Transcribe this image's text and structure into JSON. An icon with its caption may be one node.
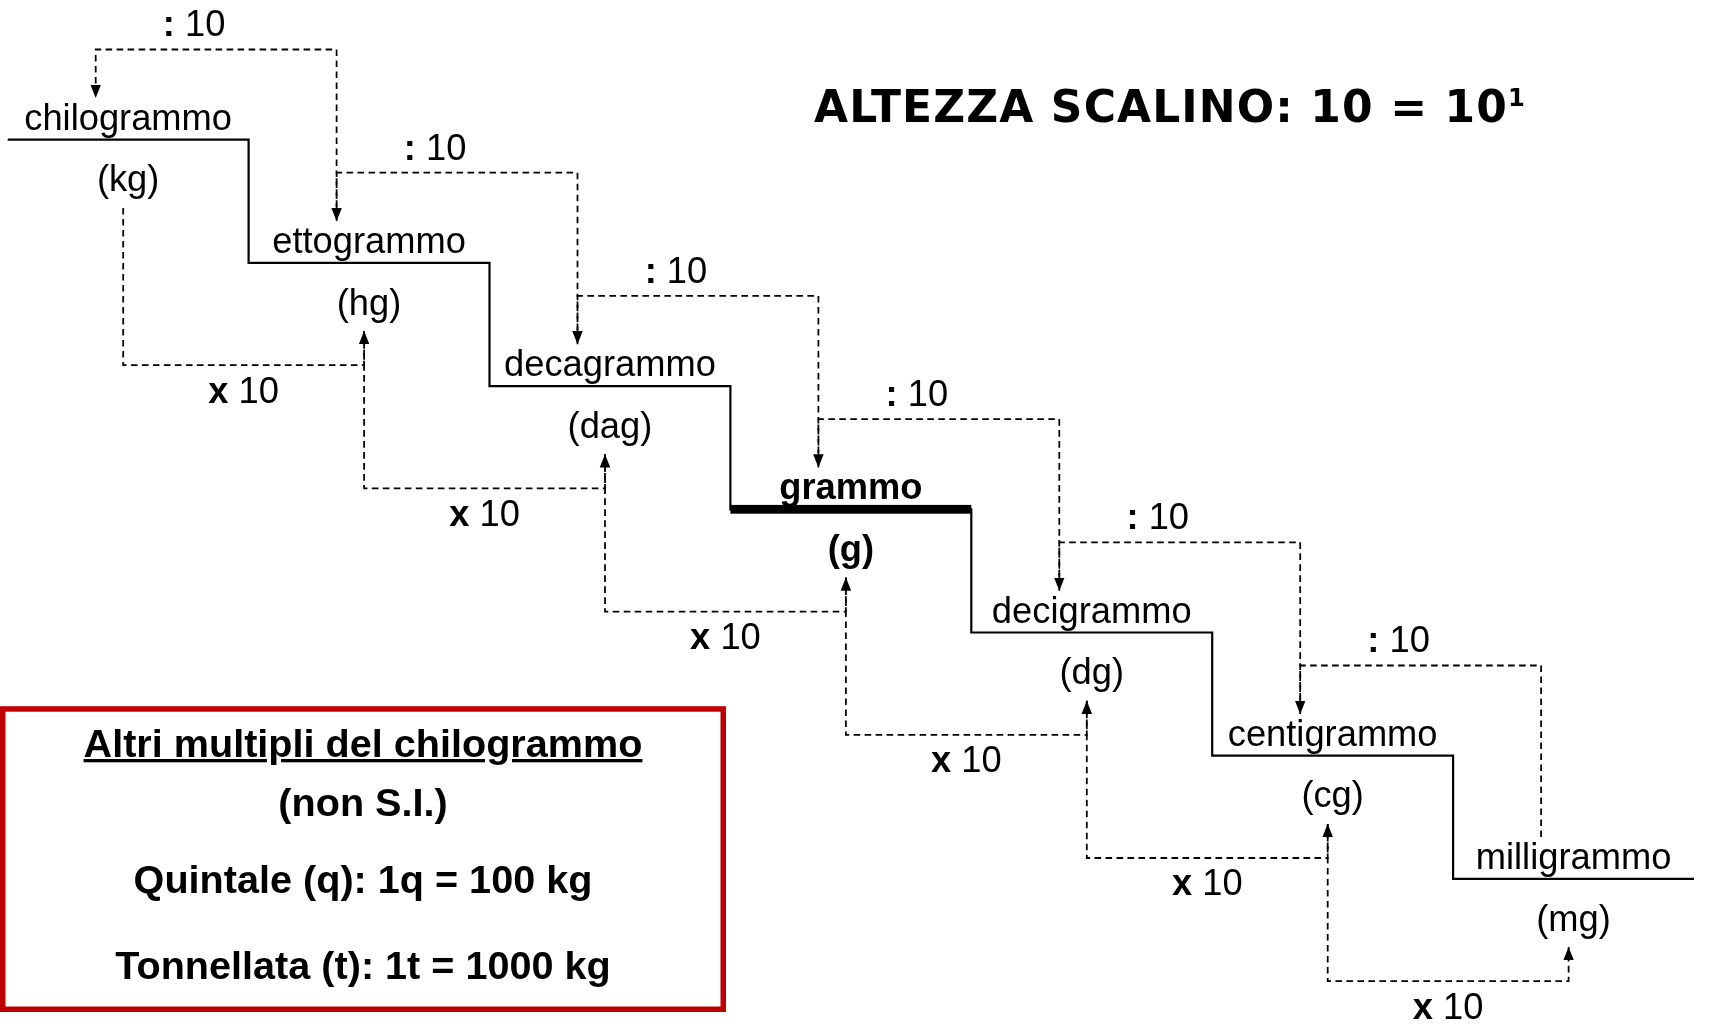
{
  "diagram": {
    "title": "ALTEZZA SCALINO: 10 = 10$^{1}$",
    "nodes": [
      {
        "text": [
          "chilogrammo",
          "(kg)"
        ]
      },
      {
        "text": [
          "ettogrammo",
          "(hg)"
        ]
      },
      {
        "text": [
          "decagrammo",
          "(dag)"
        ]
      },
      {
        "text": [
          "grammo",
          "(g)"
        ]
      },
      {
        "text": [
          "decigrammo",
          "(dg)"
        ]
      },
      {
        "text": [
          "centigrammo",
          "(cg)"
        ]
      },
      {
        "text": [
          "milligrammo",
          "(mg)"
        ]
      },
      {
        "text": [
          "Altri multipli del chilogrammo",
          "(non S.I.)",
          "Quintale (q): 1q = 100 kg",
          "Tonnellata (t): 1t = 1000 kg"
        ]
      }
    ],
    "edges": [
      {
        "from": 1,
        "to": 0,
        "arrow": "to",
        "style": "dashed",
        "label": "**:** 10"
      },
      {
        "from": 0,
        "to": 1,
        "arrow": "to",
        "style": "dashed",
        "label": "**x** 10"
      },
      {
        "from": 2,
        "to": 1,
        "arrow": "to",
        "style": "dashed",
        "label": "**:** 10"
      },
      {
        "from": 1,
        "to": 2,
        "arrow": "to",
        "style": "dashed",
        "label": "**x** 10"
      },
      {
        "from": 3,
        "to": 2,
        "arrow": "to",
        "style": "dashed",
        "label": "**:** 10"
      },
      {
        "from": 2,
        "to": 3,
        "arrow": "to",
        "style": "dashed",
        "label": "**x** 10"
      },
      {
        "from": 4,
        "to": 3,
        "arrow": "to",
        "style": "dashed",
        "label": "**:** 10"
      },
      {
        "from": 3,
        "to": 4,
        "arrow": "to",
        "style": "dashed",
        "label": "**x** 10"
      },
      {
        "from": 5,
        "to": 4,
        "arrow": "to",
        "style": "dashed",
        "label": "**:** 10"
      },
      {
        "from": 4,
        "to": 5,
        "arrow": "to",
        "style": "dashed",
        "label": "**x** 10"
      },
      {
        "from": 6,
        "to": 5,
        "arrow": "to",
        "style": "dashed",
        "label": "**:** 10"
      },
      {
        "from": 5,
        "to": 6,
        "arrow": "to",
        "style": "dashed",
        "label": "**x** 10"
      }
    ]
  }
}
